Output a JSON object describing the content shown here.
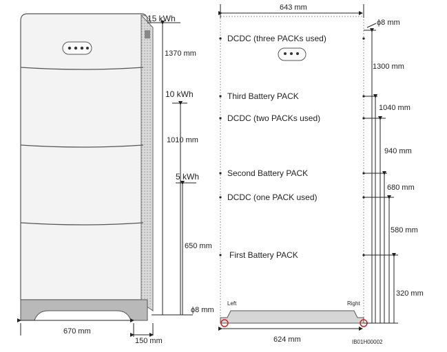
{
  "left_view": {
    "cap_15": "15 kWh",
    "cap_10": "10 kWh",
    "cap_5": "5 kWh",
    "h_1370": "1370 mm",
    "h_1010": "1010 mm",
    "h_650": "650 mm",
    "width": "670 mm",
    "depth": "150 mm",
    "hole": "ϕ8 mm"
  },
  "right_view": {
    "width_top": "643 mm",
    "hole_top": "ϕ8 mm",
    "labels": {
      "dcdc_three": "DCDC (three PACKs used)",
      "third_pack": "Third Battery PACK",
      "dcdc_two": "DCDC (two PACKs used)",
      "second_pack": "Second Battery PACK",
      "dcdc_one": "DCDC (one PACK used)",
      "first_pack": "First Battery PACK"
    },
    "dims": {
      "d1300": "1300 mm",
      "d1040": "1040 mm",
      "d940": "940 mm",
      "d680": "680 mm",
      "d580": "580 mm",
      "d320": "320 mm"
    },
    "left": "Left",
    "right": "Right",
    "width_bottom": "624 mm",
    "figure_id": "IB01H00002"
  },
  "colors": {
    "line": "#222222",
    "hole": "#cc2222",
    "device_edge": "#666666"
  }
}
